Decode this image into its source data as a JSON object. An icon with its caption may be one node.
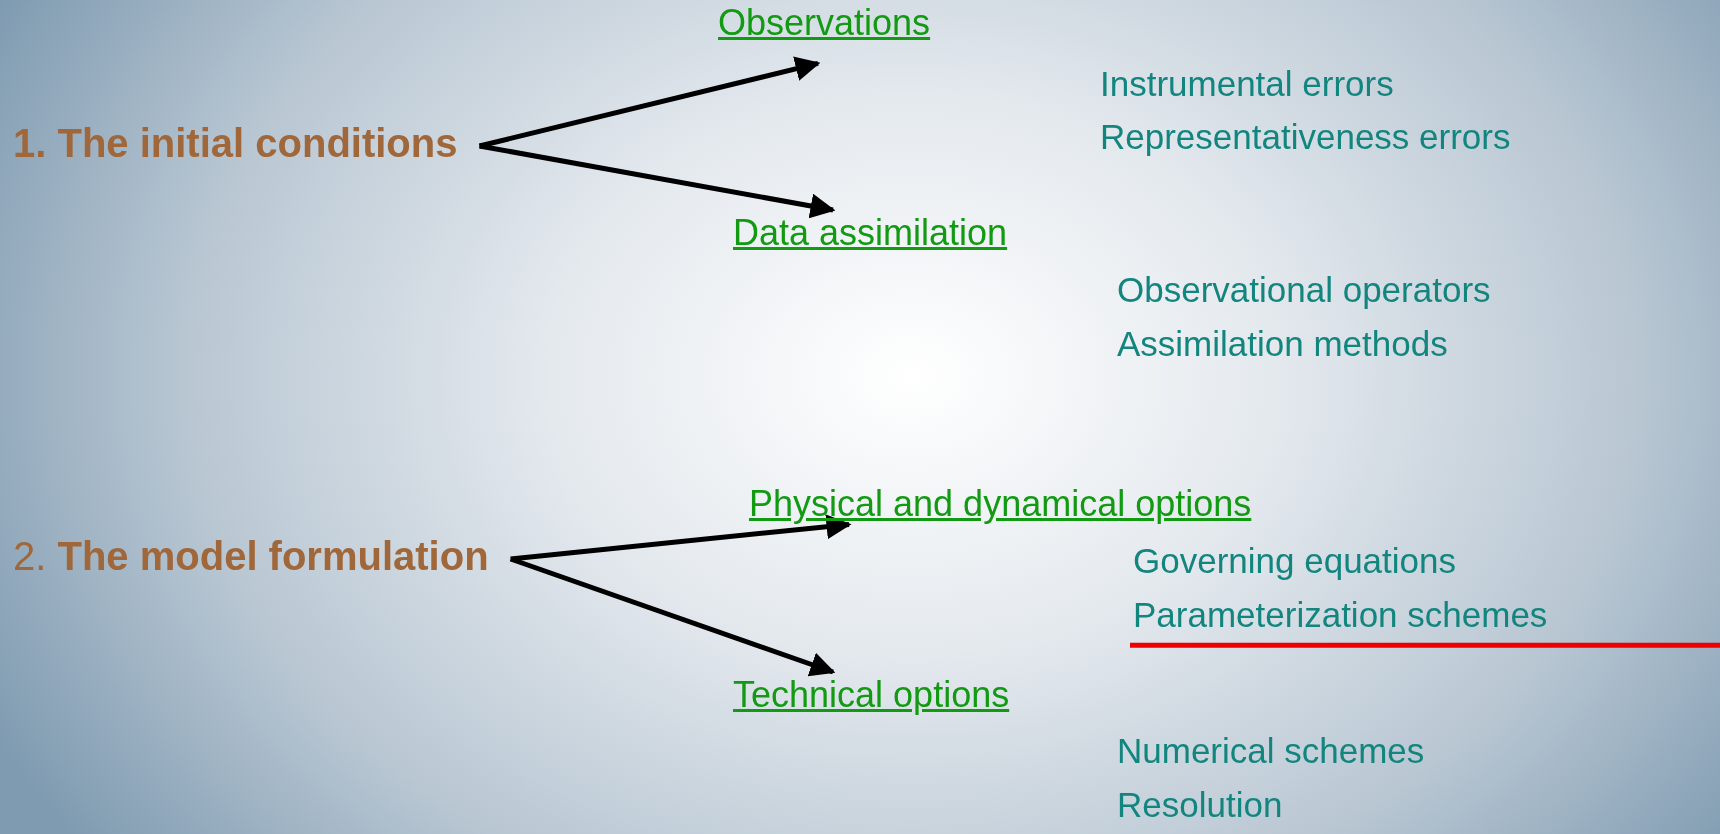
{
  "diagram": {
    "nodes": [
      {
        "text": [
          "1. The initial conditions"
        ]
      },
      {
        "text": [
          "Observations"
        ],
        "beside": [
          "Instrumental errors",
          "Representativeness errors"
        ]
      },
      {
        "text": [
          "Data assimilation"
        ],
        "beside": [
          "Observational operators",
          "Assimilation methods"
        ]
      },
      {
        "text": [
          "2. **The model formulation**"
        ]
      },
      {
        "text": [
          "Physical and dynamical options"
        ],
        "beside": [
          "Governing equations",
          "Parameterization schemes"
        ]
      },
      {
        "text": [
          "Technical options"
        ],
        "beside": [
          "Numerical schemes",
          "Resolution"
        ]
      }
    ],
    "edges": [
      {
        "from": 0,
        "to": 1,
        "arrow": "to"
      },
      {
        "from": 0,
        "to": 2,
        "arrow": "to"
      },
      {
        "from": 3,
        "to": 4,
        "arrow": "to"
      },
      {
        "from": 3,
        "to": 5,
        "arrow": "to"
      }
    ]
  }
}
